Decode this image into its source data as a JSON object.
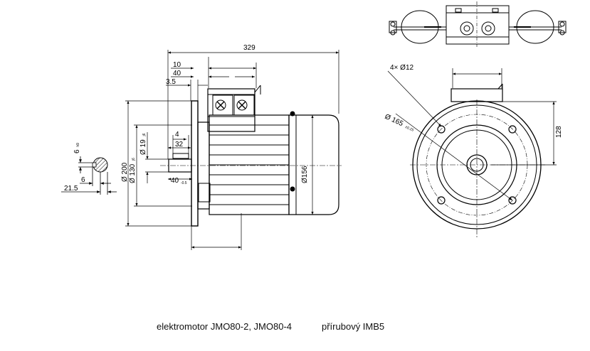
{
  "dimensions": {
    "overall_length": "329",
    "d10": "10",
    "d40_top": "40",
    "d3_5": "3.5",
    "d4": "4",
    "d32": "32",
    "d40_bottom": "40",
    "d40_bottom_tol": "-0.5",
    "dia200": "Ø 200",
    "dia130": "Ø 130",
    "dia130_tol": "j6",
    "dia19": "Ø 19",
    "dia19_tol": "j6",
    "dia156": "Ø156",
    "key6_vert": "6",
    "key6_vert_tol": "h9",
    "key6": "6",
    "d21_5": "21.5",
    "holes": "4× Ø12",
    "pcd": "Ø 165",
    "pcd_tol": "±0.25",
    "height128": "128"
  },
  "caption": {
    "model": "elektromotor JMO80-2, JMO80-4",
    "mount": "přírubový IMB5"
  },
  "colors": {
    "line": "#000000",
    "background": "#ffffff"
  }
}
